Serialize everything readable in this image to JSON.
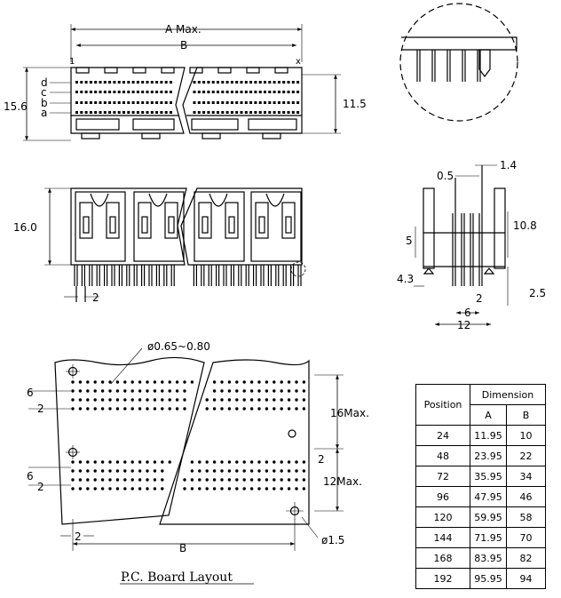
{
  "top_view": {
    "dim_a": "A Max.",
    "dim_b": "B",
    "pin_first": "1",
    "pin_last": "x",
    "rows": [
      "d",
      "c",
      "b",
      "a"
    ],
    "height": "15.6",
    "body_height": "11.5"
  },
  "front_view": {
    "height": "16.0",
    "pitch": "2"
  },
  "side_view": {
    "dim_05": "0.5",
    "dim_14": "1.4",
    "dim_108": "10.8",
    "dim_5": "5",
    "dim_43": "4.3",
    "dim_2": "2",
    "dim_25": "2.5",
    "dim_6": "6",
    "dim_12": "12"
  },
  "pcb": {
    "hole_dia": "ø0.65~0.80",
    "dim_6_top": "6",
    "dim_2_top": "2",
    "dim_16max": "16Max.",
    "dim_2_right": "2",
    "dim_12max": "12Max.",
    "dim_6_bot": "6",
    "dim_2_bot": "2",
    "dim_2_pitch": "2",
    "dim_b": "B",
    "mount_dia": "ø1.5",
    "caption": "P.C. Board Layout"
  },
  "table": {
    "header_position": "Position",
    "header_dimension": "Dimension",
    "header_a": "A",
    "header_b": "B",
    "rows": [
      [
        "24",
        "11.95",
        "10"
      ],
      [
        "48",
        "23.95",
        "22"
      ],
      [
        "72",
        "35.95",
        "34"
      ],
      [
        "96",
        "47.95",
        "46"
      ],
      [
        "120",
        "59.95",
        "58"
      ],
      [
        "144",
        "71.95",
        "70"
      ],
      [
        "168",
        "83.95",
        "82"
      ],
      [
        "192",
        "95.95",
        "94"
      ]
    ]
  }
}
